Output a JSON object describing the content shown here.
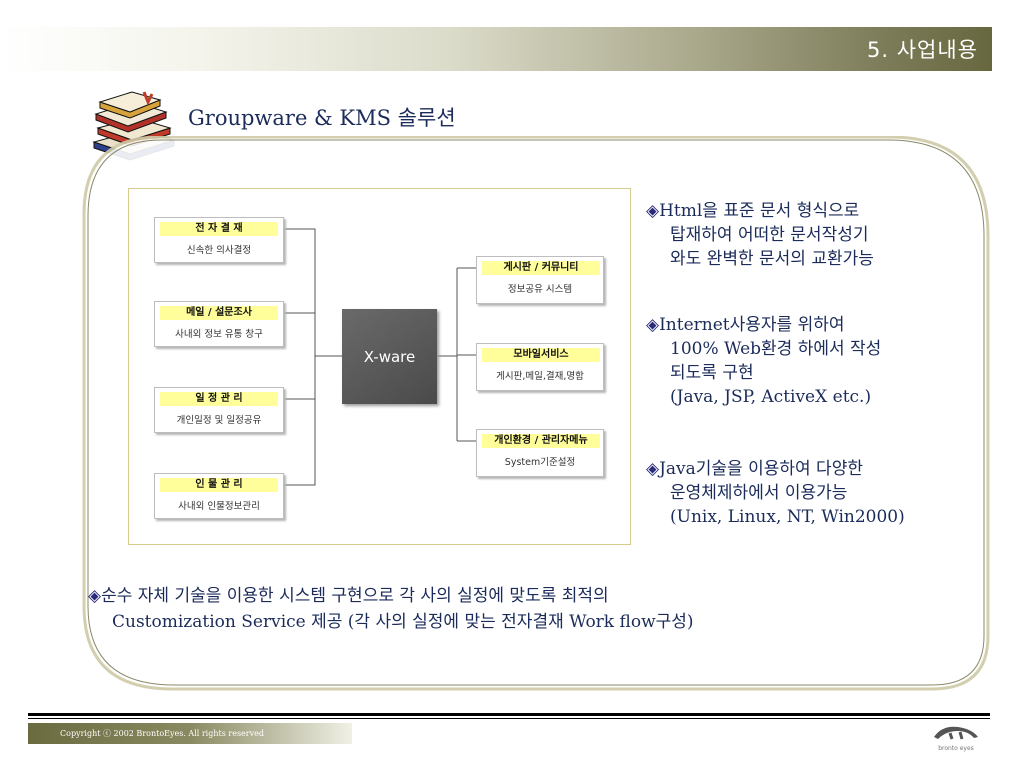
{
  "header": {
    "title": "5. 사업내용"
  },
  "section": {
    "title": "Groupware & KMS 솔루션"
  },
  "diagram": {
    "center": "X-ware",
    "left_nodes": [
      {
        "title": "전 자 결 재",
        "subtitle": "신속한 의사결정"
      },
      {
        "title": "메일 / 설문조사",
        "subtitle": "사내외 정보 유통 창구"
      },
      {
        "title": "일 정 관 리",
        "subtitle": "개인일정 및 일정공유"
      },
      {
        "title": "인 물 관 리",
        "subtitle": "사내외 인물정보관리"
      }
    ],
    "right_nodes": [
      {
        "title": "게시판 / 커뮤니티",
        "subtitle": "정보공유 시스템"
      },
      {
        "title": "모바일서비스",
        "subtitle": "게시판,메일,결재,명함"
      },
      {
        "title": "개인환경 / 관리자메뉴",
        "subtitle": "System기준설정"
      }
    ]
  },
  "bullets": [
    {
      "marker": "◈",
      "lines": [
        "Html을 표준 문서 형식으로",
        "탑재하여 어떠한 문서작성기",
        "와도 완벽한 문서의 교환가능"
      ]
    },
    {
      "marker": "◈",
      "lines": [
        "Internet사용자를 위하여",
        "100% Web환경 하에서 작성",
        "되도록 구현",
        "(Java, JSP, ActiveX etc.)"
      ]
    },
    {
      "marker": "◈",
      "lines": [
        "Java기술을 이용하여 다양한",
        "운영체제하에서 이용가능",
        "(Unix, Linux, NT, Win2000)"
      ]
    }
  ],
  "bottom": {
    "marker": "◈",
    "line1": "순수 자체 기술을 이용한 시스템 구현으로 각 사의 실정에 맞도록 최적의",
    "line2": "Customization Service 제공 (각 사의 실정에 맞는 전자결재 Work flow구성)"
  },
  "footer": {
    "copyright": "Copyright ⓒ 2002 BrontoEyes. All rights reserved",
    "logo_text": "bronto eyes"
  },
  "colors": {
    "header_dark": "#67673f",
    "text_navy": "#1b2b5a",
    "node_highlight": "#fffe9a"
  },
  "icons": {
    "section_icon": "books-icon",
    "bullet_icon": "diamond-cross-icon",
    "logo_icon": "bronto-logo-icon"
  }
}
